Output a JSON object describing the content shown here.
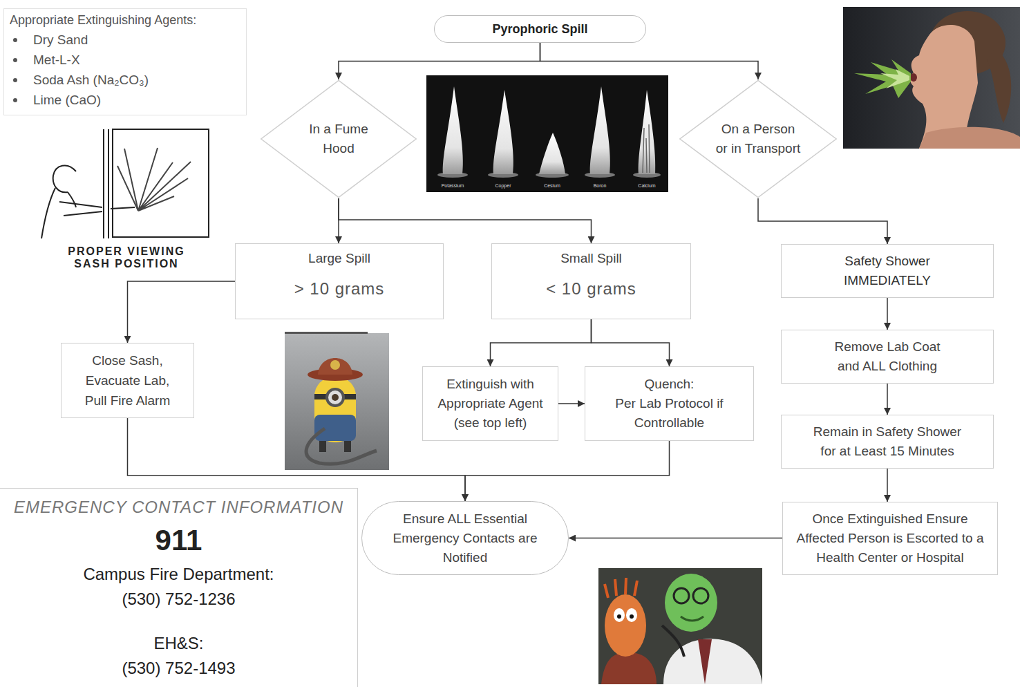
{
  "diagram": {
    "nodes": [
      {
        "text": [
          "Appropriate Extinguishing Agents:",
          "Dry Sand",
          "Met-L-X",
          "Soda Ash (Na₂CO₃)",
          "Lime (CaO)"
        ]
      },
      {
        "text": [
          "Pyrophoric Spill"
        ]
      },
      {
        "text": [
          "In a Fume Hood"
        ]
      },
      {
        "text": [
          "On a Person or in Transport"
        ]
      },
      {
        "text": [
          "Large Spill",
          "> 10 grams"
        ]
      },
      {
        "text": [
          "Small Spill",
          "< 10 grams"
        ]
      },
      {
        "text": [
          "Safety Shower IMMEDIATELY"
        ]
      },
      {
        "text": [
          "Remove Lab Coat and ALL Clothing"
        ]
      },
      {
        "text": [
          "Close Sash, Evacuate Lab, Pull Fire Alarm"
        ]
      },
      {
        "text": [
          "Extinguish with Appropriate Agent (see top left)"
        ]
      },
      {
        "text": [
          "Quench:",
          "Per Lab Protocol if Controllable"
        ]
      },
      {
        "text": [
          "Remain in Safety Shower for at Least 15 Minutes"
        ]
      },
      {
        "text": [
          "EMERGENCY CONTACT INFORMATION",
          "911",
          "Campus Fire Department:",
          "(530) 752-1236",
          "EH&S:",
          "(530) 752-1493"
        ]
      },
      {
        "text": [
          "Ensure ALL Essential Emergency Contacts are Notified"
        ]
      },
      {
        "text": [
          "Once Extinguished Ensure Affected Person is Escorted to a Health Center or Hospital"
        ]
      }
    ],
    "edges": [
      {
        "from": 1,
        "to": 2,
        "arrow": "to"
      },
      {
        "from": 1,
        "to": 3,
        "arrow": "to"
      },
      {
        "from": 2,
        "to": 4,
        "arrow": "to"
      },
      {
        "from": 2,
        "to": 5,
        "arrow": "to"
      },
      {
        "from": 3,
        "to": 6,
        "arrow": "to"
      },
      {
        "from": 4,
        "to": 8,
        "arrow": "to"
      },
      {
        "from": 5,
        "to": 9,
        "arrow": "to"
      },
      {
        "from": 5,
        "to": 10,
        "arrow": "to"
      },
      {
        "from": 9,
        "to": 10,
        "arrow": "to"
      },
      {
        "from": 6,
        "to": 7,
        "arrow": "to"
      },
      {
        "from": 7,
        "to": 11,
        "arrow": "to"
      },
      {
        "from": 11,
        "to": 14,
        "arrow": "to"
      },
      {
        "from": 8,
        "to": 13,
        "arrow": "to"
      },
      {
        "from": 10,
        "to": 13,
        "arrow": "to"
      },
      {
        "from": 14,
        "to": 13,
        "arrow": "to"
      }
    ],
    "labels": [
      "PROPER VIEWING SASH POSITION",
      "Potassium",
      "Copper",
      "Cesium",
      "Boron",
      "Calcium"
    ]
  }
}
